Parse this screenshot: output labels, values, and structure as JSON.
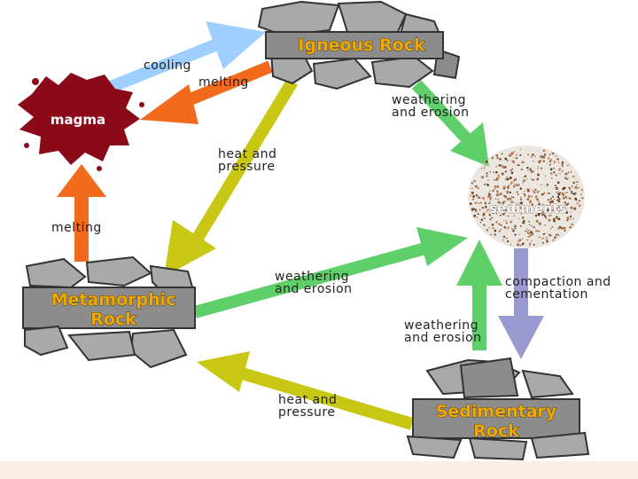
{
  "nodes": {
    "igneous": "Igneous Rock",
    "magma": "magma",
    "sediments": "sediments",
    "metamorphic_line1": "Metamorphic",
    "metamorphic_line2": "Rock",
    "sedimentary_line1": "Sedimentary",
    "sedimentary_line2": "Rock"
  },
  "labels": {
    "cooling": "cooling",
    "melting_top": "melting",
    "weathering_top_1": "weathering",
    "weathering_top_2": "and erosion",
    "heat_top_1": "heat and",
    "heat_top_2": "pressure",
    "melting_left": "melting",
    "weathering_mid_1": "weathering",
    "weathering_mid_2": "and erosion",
    "compaction_1": "compaction and",
    "compaction_2": "cementation",
    "weathering_low_1": "weathering",
    "weathering_low_2": "and erosion",
    "heat_low_1": "heat and",
    "heat_low_2": "pressure"
  },
  "colors": {
    "cooling_arrow": "#9fcfff",
    "melting_arrow": "#f26b1d",
    "weathering_arrow": "#5fcf6a",
    "heat_arrow": "#c8c814",
    "compaction_arrow": "#9a9ad0",
    "magma": "#8b0a1a",
    "label_text": "#f2a900",
    "footer": "#fbefe3"
  }
}
